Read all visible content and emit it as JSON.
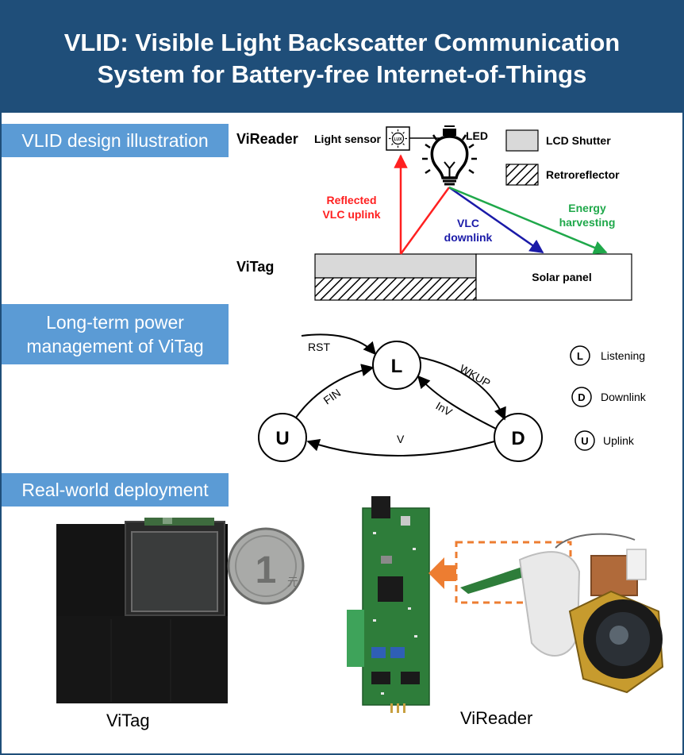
{
  "header": {
    "title_line1": "VLID: Visible Light Backscatter Communication",
    "title_line2": "System for Battery-free Internet-of-Things"
  },
  "sections": {
    "design": "VLID design illustration",
    "power_line1": "Long-term power",
    "power_line2": "management of ViTag",
    "deployment": "Real-world deployment"
  },
  "design": {
    "vireader": "ViReader",
    "light_sensor": "Light sensor",
    "lux": "LUX",
    "led": "LED",
    "lcd_shutter": "LCD Shutter",
    "retroreflector": "Retroreflector",
    "reflected_line1": "Reflected",
    "reflected_line2": "VLC uplink",
    "vlc_line1": "VLC",
    "vlc_line2": "downlink",
    "energy_line1": "Energy",
    "energy_line2": "harvesting",
    "vitag": "ViTag",
    "solar_panel": "Solar panel",
    "colors": {
      "uplink": "#ff2020",
      "downlink": "#1a1aa8",
      "energy": "#1fa84a"
    }
  },
  "fsm": {
    "state_L": "L",
    "state_D": "D",
    "state_U": "U",
    "rst": "RST",
    "wkup": "WKUP",
    "inv": "InV",
    "fin": "FIN",
    "v": "V",
    "legend": [
      {
        "symbol": "L",
        "label": "Listening"
      },
      {
        "symbol": "D",
        "label": "Downlink"
      },
      {
        "symbol": "U",
        "label": "Uplink"
      }
    ]
  },
  "deployment": {
    "vitag_caption": "ViTag",
    "vireader_caption": "ViReader",
    "coin_text": "1",
    "coin_char": "元"
  }
}
